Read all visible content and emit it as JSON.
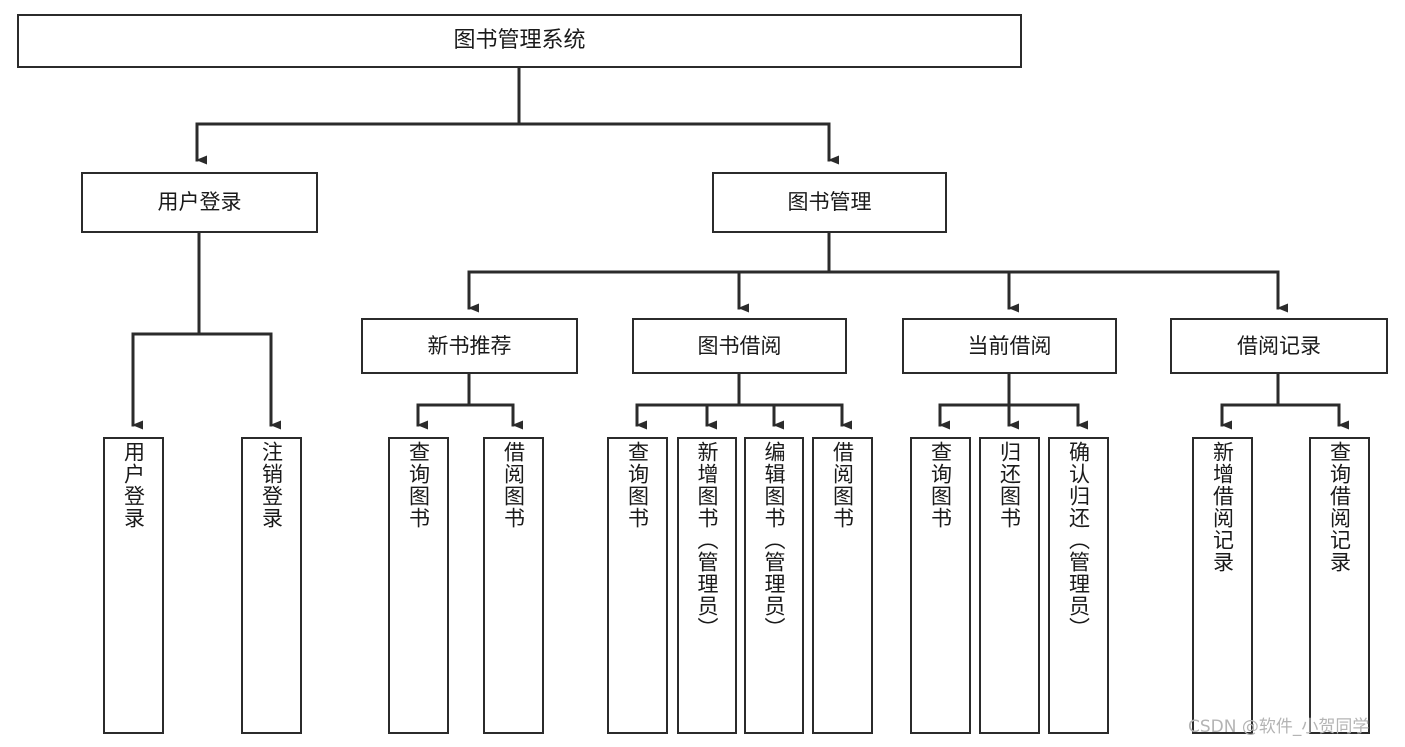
{
  "diagram": {
    "title": "图书管理系统",
    "type": "tree-hierarchy-chart",
    "colors": {
      "line": "#2b2b2b",
      "box_border": "#2b2b2b",
      "box_fill": "#ffffff",
      "background": "#ffffff",
      "watermark": "#b4b4b4"
    },
    "root": {
      "label": "图书管理系统"
    },
    "level2": [
      {
        "label": "用户登录"
      },
      {
        "label": "图书管理"
      }
    ],
    "level3": [
      {
        "label": "新书推荐"
      },
      {
        "label": "图书借阅"
      },
      {
        "label": "当前借阅"
      },
      {
        "label": "借阅记录"
      }
    ],
    "leaves": {
      "user_login": [
        {
          "label": "用户登录"
        },
        {
          "label": "注销登录"
        }
      ],
      "new_book_recommend": [
        {
          "label": "查询图书"
        },
        {
          "label": "借阅图书"
        }
      ],
      "book_borrow": [
        {
          "label": "查询图书"
        },
        {
          "label": "新增图书（管理员）"
        },
        {
          "label": "编辑图书（管理员）"
        },
        {
          "label": "借阅图书"
        }
      ],
      "current_borrow": [
        {
          "label": "查询图书"
        },
        {
          "label": "归还图书"
        },
        {
          "label": "确认归还（管理员）"
        }
      ],
      "borrow_record": [
        {
          "label": "新增借阅记录"
        },
        {
          "label": "查询借阅记录"
        }
      ]
    },
    "watermark": "CSDN @软件_小贺同学"
  }
}
